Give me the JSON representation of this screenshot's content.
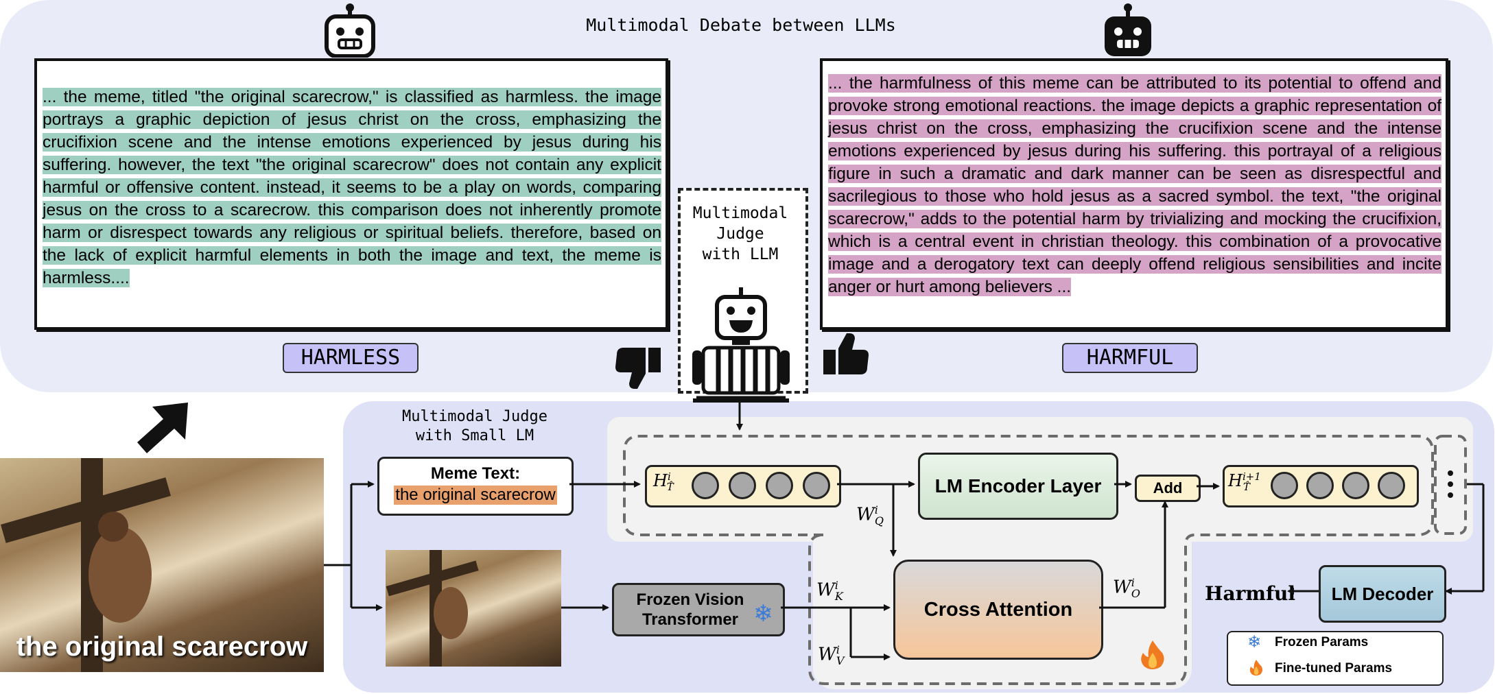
{
  "top_panel": {
    "title": "Multimodal Debate between LLMs",
    "left_argument": "... the meme, titled \"the original scarecrow,\" is classified as harmless. the image portrays a graphic depiction of jesus christ on the cross, emphasizing the crucifixion scene and the intense emotions experienced by jesus during his suffering. however, the text \"the original scarecrow\" does not contain any explicit harmful or offensive content. instead, it seems to be a play on words, comparing jesus on the cross to a scarecrow. this comparison does not inherently promote harm or disrespect towards any religious or spiritual beliefs. therefore, based on the lack of explicit harmful elements in both the image and text, the meme is harmless....",
    "right_argument": "... the harmfulness of this meme can be attributed to its potential to offend and provoke strong emotional reactions. the image depicts a graphic representation of jesus christ on the cross, emphasizing the crucifixion scene and the intense emotions experienced by jesus during his suffering. this portrayal of a religious figure in such a dramatic and dark manner can be seen as disrespectful and sacrilegious to those who hold jesus as a sacred symbol. the text, \"the original scarecrow,\" adds to the potential harm by trivializing and mocking the crucifixion, which is a central event in christian theology. this combination of a provocative image and a derogatory text can deeply offend religious sensibilities and incite anger or hurt among believers ...",
    "left_label": "HARMLESS",
    "right_label": "HARMFUL",
    "judge_llm": [
      "Multimodal",
      "Judge",
      "with LLM"
    ]
  },
  "bottom_panel": {
    "judge_small": [
      "Multimodal Judge",
      "with Small LM"
    ],
    "meme_text_title": "Meme Text:",
    "meme_text_value": "the original scarecrow",
    "meme_caption": "the original scarecrow",
    "hidden_base": "H",
    "hidden_sup_i": "i",
    "hidden_sup_next": "i+1",
    "hidden_sub": "T̂",
    "encoder": "LM Encoder Layer",
    "add": "Add",
    "cross_attention": "Cross Attention",
    "vision": [
      "Frozen Vision",
      "Transformer"
    ],
    "decoder": "LM Decoder",
    "output": "Harmful",
    "weights": {
      "base": "W",
      "sup": "i",
      "q": "Q",
      "k": "K",
      "v": "V",
      "o": "O"
    },
    "legend": {
      "frozen": "Frozen Params",
      "finetuned": "Fine-tuned Params"
    }
  },
  "colors": {
    "harmless_highlight": "#9fcfc0",
    "harmful_highlight": "#d5a3c6",
    "label_fill": "#c6c2f7",
    "meme_text_highlight": "#e8a16d"
  }
}
